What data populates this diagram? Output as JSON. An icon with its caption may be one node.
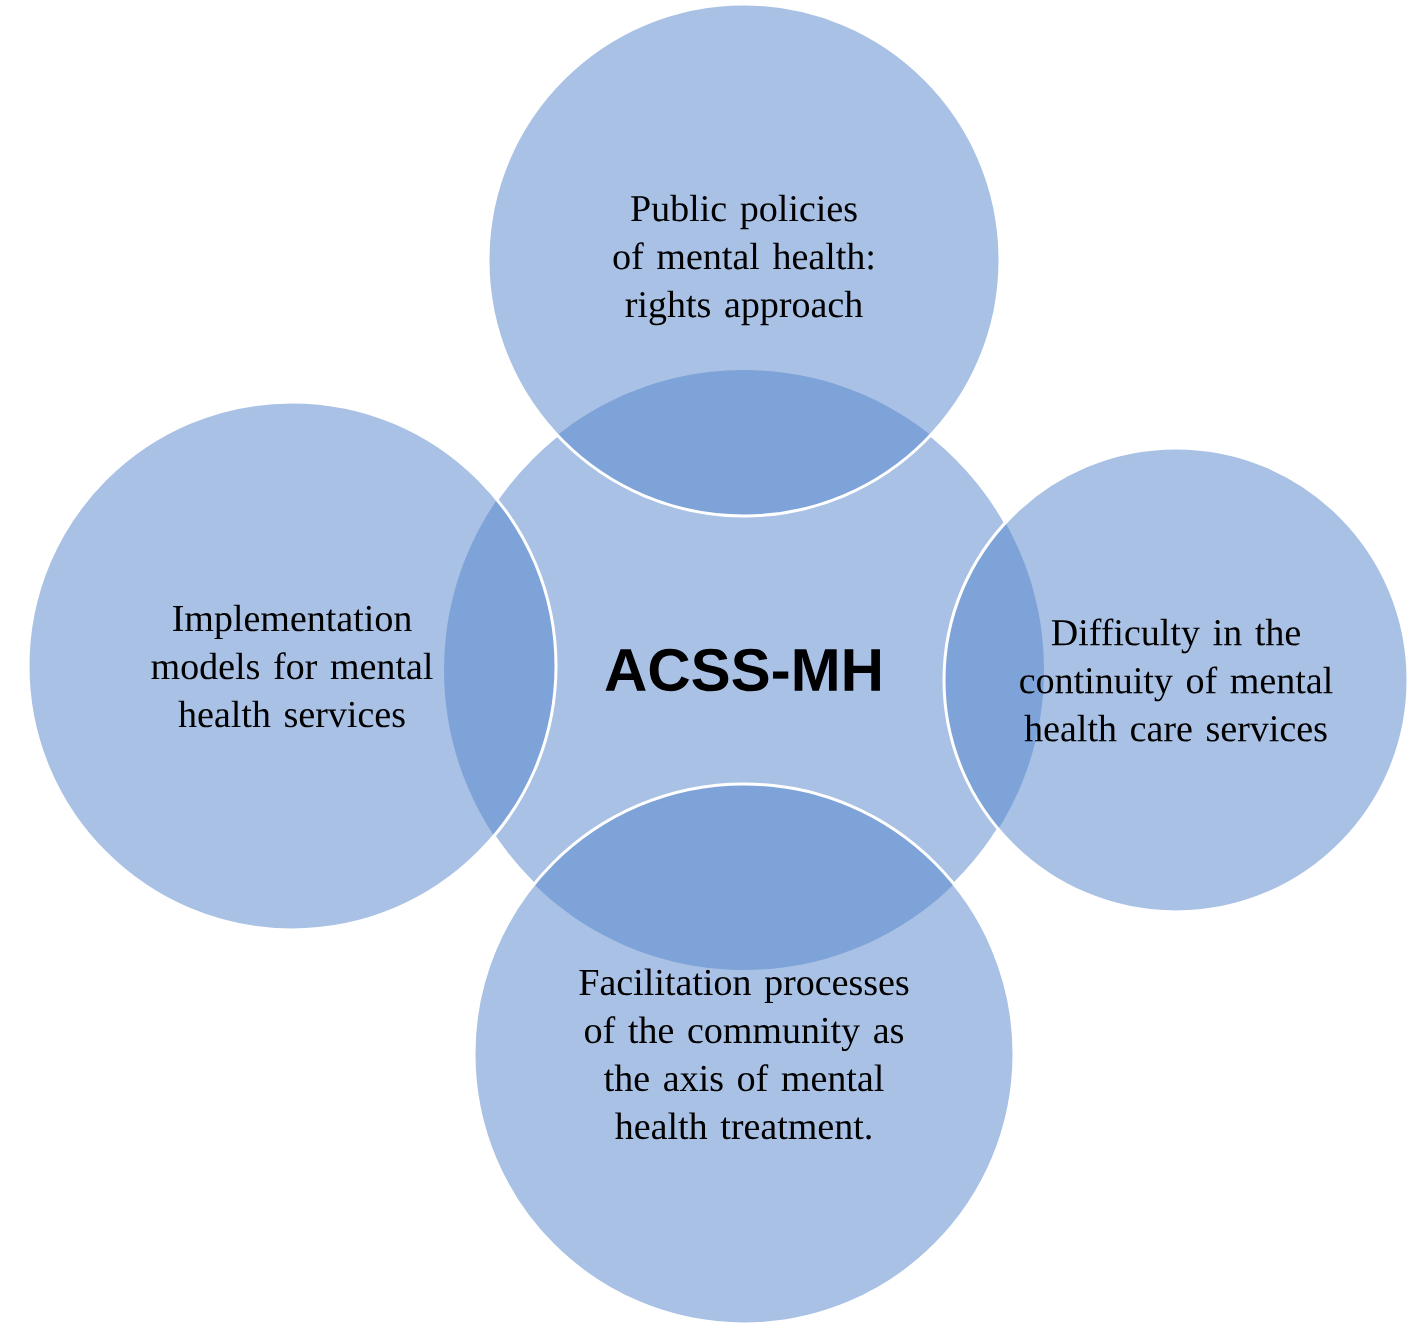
{
  "diagram": {
    "nodes": [
      {
        "text": [
          "Public policies of mental health: rights approach"
        ]
      },
      {
        "text": [
          "Implementation models for mental health services"
        ]
      },
      {
        "text": [
          "ACSS-MH"
        ]
      },
      {
        "text": [
          "Difficulty in the continuity of mental health care services"
        ]
      },
      {
        "text": [
          "Facilitation processes of the community as the axis of mental health treatment."
        ]
      }
    ]
  }
}
